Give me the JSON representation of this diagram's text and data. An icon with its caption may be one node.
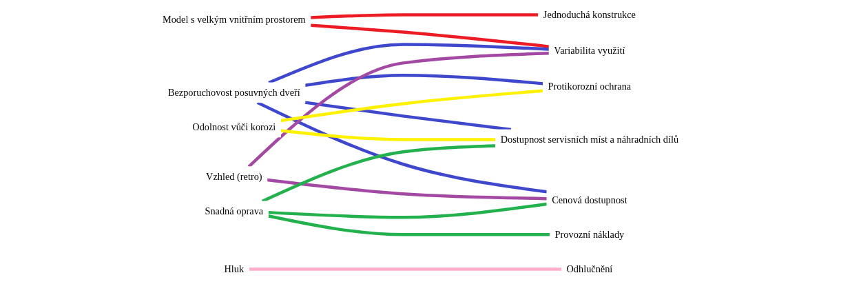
{
  "diagram": {
    "nodes": [
      {
        "text": [
          "Model s velkým vnitřním prostorem"
        ]
      },
      {
        "text": [
          "Bezporuchovost posuvných dveří"
        ]
      },
      {
        "text": [
          "Vzhled (retro)"
        ]
      },
      {
        "text": [
          "Odolnost vůči korozi"
        ]
      },
      {
        "text": [
          "Snadná oprava"
        ]
      },
      {
        "text": [
          "Hluk"
        ]
      },
      {
        "text": [
          "Protikorozní ochrana"
        ]
      },
      {
        "text": [
          "Odhlučnění"
        ]
      },
      {
        "text": [
          "Jednoduchá konstrukce"
        ]
      },
      {
        "text": [
          "Variabilita využití"
        ]
      },
      {
        "text": [
          "Provozní náklady"
        ]
      },
      {
        "text": [
          "Dostupnost servisních míst a náhradních dílů"
        ]
      },
      {
        "text": [
          "Cenová dostupnost"
        ]
      }
    ],
    "edges": [
      {
        "from": 0,
        "to": 8,
        "arrow": "none",
        "color": "#ed1c24"
      },
      {
        "from": 0,
        "to": 9,
        "arrow": "none",
        "color": "#ed1c24"
      },
      {
        "from": 1,
        "to": 6,
        "arrow": "none",
        "color": "#3f48cc"
      },
      {
        "from": 1,
        "to": 9,
        "arrow": "none",
        "color": "#3f48cc"
      },
      {
        "from": 1,
        "to": 11,
        "arrow": "none",
        "color": "#3f48cc"
      },
      {
        "from": 1,
        "to": 12,
        "arrow": "none",
        "color": "#3f48cc"
      },
      {
        "from": 2,
        "to": 9,
        "arrow": "none",
        "color": "#a349a4"
      },
      {
        "from": 2,
        "to": 12,
        "arrow": "none",
        "color": "#a349a4"
      },
      {
        "from": 3,
        "to": 6,
        "arrow": "none",
        "color": "#fff200"
      },
      {
        "from": 3,
        "to": 11,
        "arrow": "none",
        "color": "#fff200"
      },
      {
        "from": 4,
        "to": 10,
        "arrow": "none",
        "color": "#22b14c"
      },
      {
        "from": 4,
        "to": 11,
        "arrow": "none",
        "color": "#22b14c"
      },
      {
        "from": 4,
        "to": 12,
        "arrow": "none",
        "color": "#22b14c"
      },
      {
        "from": 5,
        "to": 7,
        "arrow": "none",
        "color": "#ffaec9"
      }
    ]
  }
}
